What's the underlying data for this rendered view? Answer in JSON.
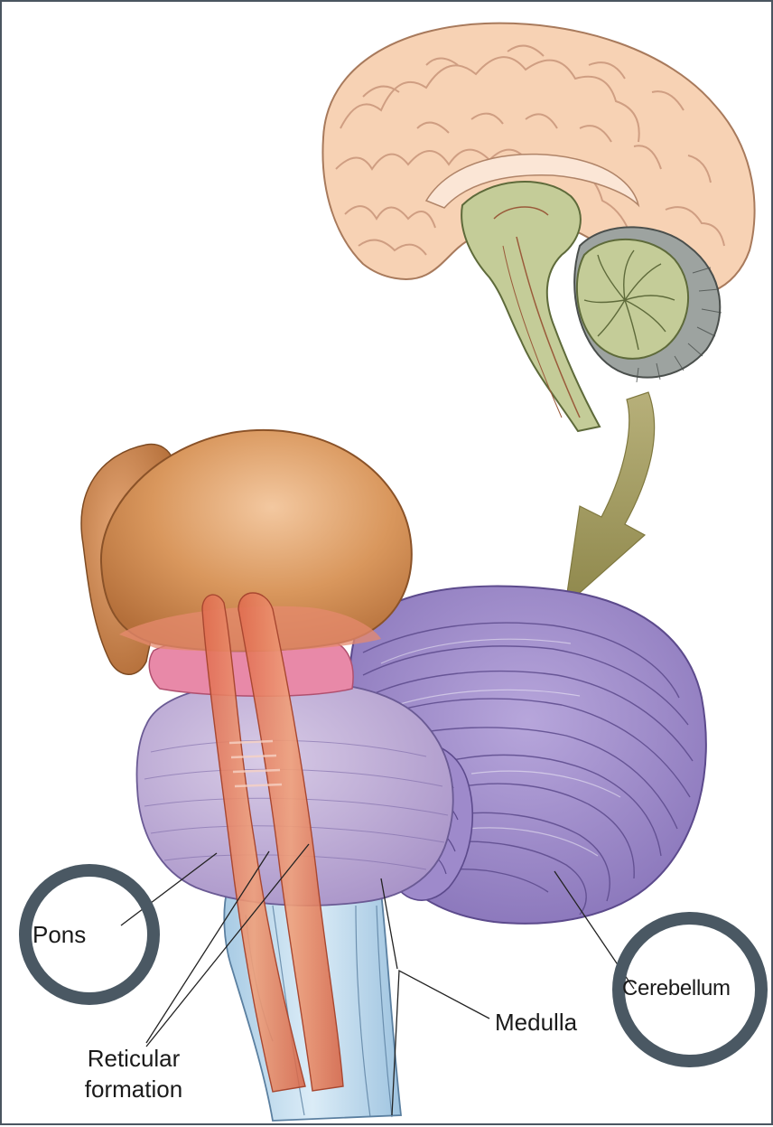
{
  "labels": {
    "pons": "Pons",
    "reticular_line1": "Reticular",
    "reticular_line2": "formation",
    "medulla": "Medulla",
    "cerebellum": "Cerebellum"
  },
  "highlighted": [
    "Pons",
    "Cerebellum"
  ],
  "colors": {
    "cortex": "#f7d2b4",
    "brainstem_inset": "#c4cc98",
    "cerebellum": "#9c88c8",
    "pons": "#c0aed6",
    "midbrain": "#d9975d",
    "reticular_formation": "#e8775a",
    "medulla": "#bcd8ec",
    "arrow": "#a39c5e",
    "highlight_ring": "#4a5863"
  }
}
